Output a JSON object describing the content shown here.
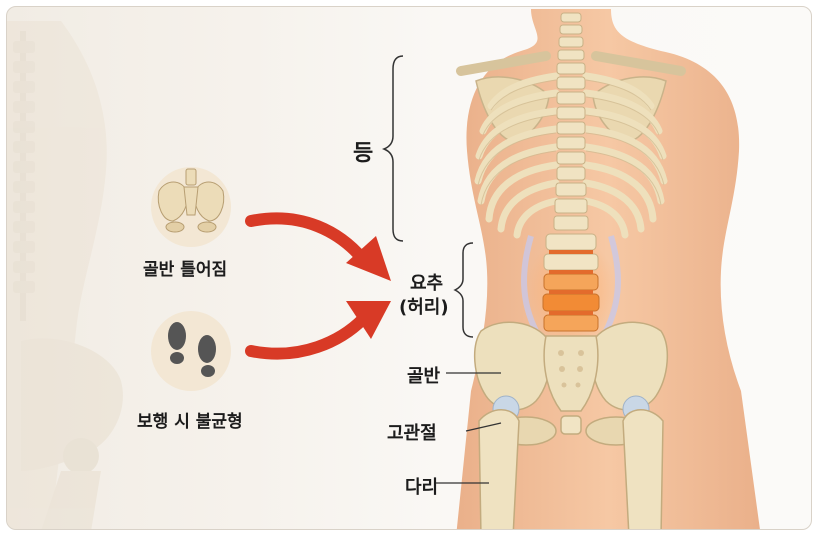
{
  "left_causes": [
    {
      "label": "골반 틀어짐",
      "icon": "pelvis-icon"
    },
    {
      "label": "보행 시 불균형",
      "icon": "footprints-icon"
    }
  ],
  "body_labels": {
    "back": "등",
    "lumbar_line1": "요추",
    "lumbar_line2": "(허리)",
    "pelvis": "골반",
    "hip_joint": "고관절",
    "leg": "다리"
  },
  "colors": {
    "arrow": "#d83a26",
    "skin": "#f2bf98",
    "bone": "#efe2bf",
    "highlight_vertebrae": "#f08a36"
  }
}
